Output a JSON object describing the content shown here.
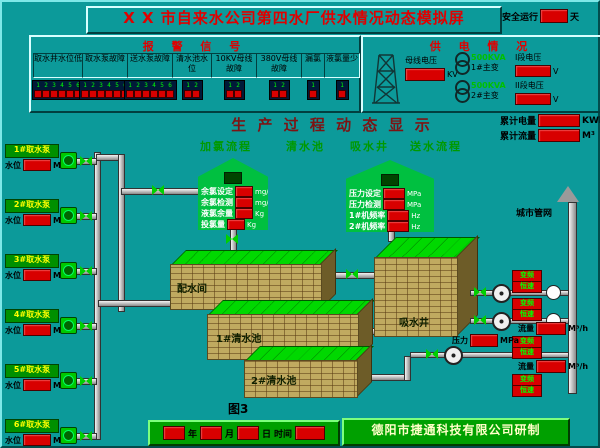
{
  "header": {
    "title": "X X 市自来水公司第四水厂供水情况动态模拟屏",
    "safe_run": {
      "label": "安全运行",
      "unit": "天"
    }
  },
  "alarm": {
    "title": "报 警 信 号",
    "groups": [
      {
        "label": "取水井水位低",
        "cells": [
          "1",
          "2",
          "3",
          "4",
          "5",
          "6"
        ]
      },
      {
        "label": "取水泵故障",
        "cells": [
          "1",
          "2",
          "3",
          "4",
          "5",
          "6"
        ]
      },
      {
        "label": "送水泵故障",
        "cells": [
          "1",
          "2",
          "3",
          "4",
          "5",
          "6"
        ]
      },
      {
        "label": "清水池水位",
        "cells": [
          "1",
          "2"
        ]
      },
      {
        "label": "10KV母线故障",
        "cells": [
          "1",
          "2"
        ]
      },
      {
        "label": "380V母线故障",
        "cells": [
          "1",
          "2"
        ]
      },
      {
        "label": "漏氯",
        "cells": [
          "1"
        ]
      },
      {
        "label": "液氯量少",
        "cells": [
          "1"
        ]
      }
    ]
  },
  "power": {
    "title": "供 电 情 况",
    "bus": {
      "label": "母线电压",
      "unit": "KV"
    },
    "rows": [
      {
        "kva": "500KVA",
        "name": "1#主变",
        "section": "I段电压",
        "unit": "V"
      },
      {
        "kva": "500KVA",
        "name": "2#主变",
        "section": "II段电压",
        "unit": "V"
      }
    ]
  },
  "totals": {
    "energy": {
      "label": "累计电量",
      "unit": "KWh"
    },
    "flow": {
      "label": "累计流量",
      "unit": "M³"
    }
  },
  "process": {
    "title": "生 产 过 程 动 态 显 示",
    "sections": [
      {
        "label": "加氯流程"
      },
      {
        "label": "清水池"
      },
      {
        "label": "吸水井"
      },
      {
        "label": "送水流程"
      }
    ]
  },
  "intake": {
    "level_label": "水位",
    "unit": "M",
    "pumps": [
      {
        "name": "1#取水泵"
      },
      {
        "name": "2#取水泵"
      },
      {
        "name": "3#取水泵"
      },
      {
        "name": "4#取水泵"
      },
      {
        "name": "5#取水泵"
      },
      {
        "name": "6#取水泵"
      }
    ]
  },
  "chlorine_house": {
    "rows": [
      {
        "label": "余氯设定",
        "unit": "mg/L"
      },
      {
        "label": "余氯检测",
        "unit": "mg/L"
      },
      {
        "label": "液氯余量",
        "unit": "Kg"
      },
      {
        "label": "投氯量",
        "unit": "Kg"
      }
    ]
  },
  "meter_house": {
    "rows": [
      {
        "label": "压力设定",
        "unit": "MPa"
      },
      {
        "label": "压力检测",
        "unit": "MPa"
      },
      {
        "label": "1#机频率",
        "unit": "Hz"
      },
      {
        "label": "2#机频率",
        "unit": "Hz"
      }
    ]
  },
  "structures": {
    "distribution": "配水间",
    "pool1": "1#清水池",
    "pool2": "2#清水池",
    "well": "吸水井"
  },
  "delivery": {
    "mode": {
      "vfd": "变频",
      "fixed": "恒速"
    },
    "pressure": {
      "label": "压力",
      "unit": "MPa"
    },
    "flow": {
      "label": "流量",
      "unit": "M³/h"
    },
    "network": "城市管网"
  },
  "footer": {
    "figure": "图3",
    "date": {
      "year": "年",
      "month": "月",
      "day": "日",
      "time": "时间"
    },
    "credit": "德阳市捷通科技有限公司研制"
  }
}
